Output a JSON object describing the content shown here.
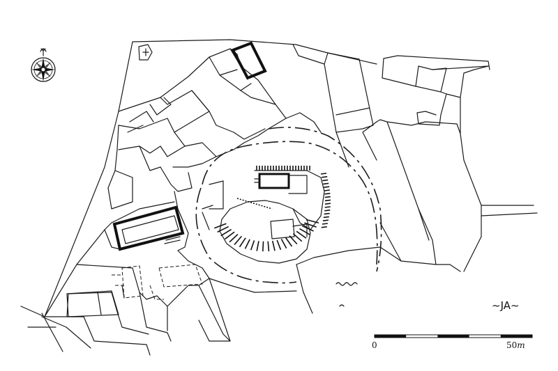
{
  "map": {
    "signature": "~JA~",
    "scale_bar": {
      "start_label": "0",
      "end_label": "50",
      "unit": "m",
      "segments": 5
    },
    "compass_icon": "compass-rose-icon",
    "chapel_icon": "chapel-cross-icon"
  }
}
